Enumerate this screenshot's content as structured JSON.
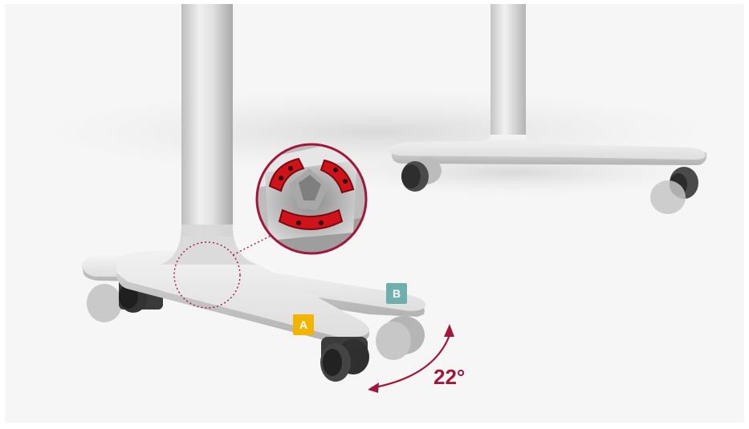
{
  "labels": {
    "a": "A",
    "b": "B",
    "angle": "22°"
  },
  "colors": {
    "background": "#ffffff",
    "panel": "#f6f6f6",
    "accent": "#a3163c",
    "badge_a": "#f3b400",
    "badge_b": "#6fb0ac",
    "frame": "#d9d9d9",
    "caster_dark": "#2c2c2c",
    "caster_light": "#b9b9b9",
    "insert_red": "#d0121b"
  }
}
